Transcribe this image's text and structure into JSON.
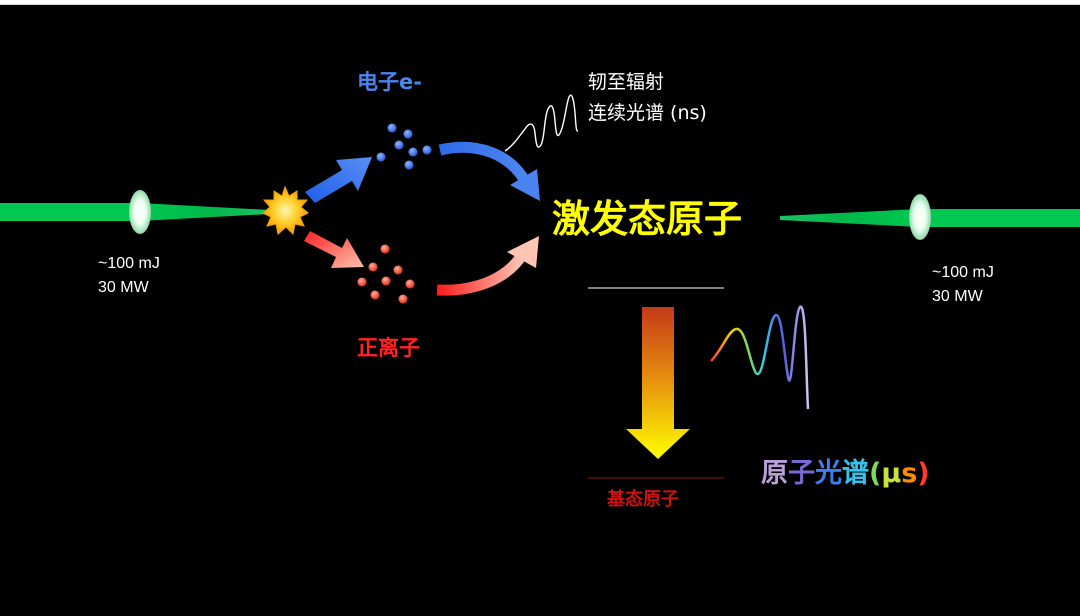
{
  "colors": {
    "background": "#000000",
    "laser": "#00c850",
    "electron": "#3f78e8",
    "ion": "#ff2a2a",
    "excited_text": "#ffff00",
    "ground_text": "#cc1111",
    "ground_line": "#8b1a1a",
    "level_line": "#ffffff"
  },
  "laser_in": {
    "energy": "~100 mJ",
    "power": "30 MW"
  },
  "laser_out": {
    "energy": "~100 mJ",
    "power": "30 MW"
  },
  "electron_label": "电子e-",
  "ion_label": "正离子",
  "bremsstrahlung": {
    "line1": "轫至辐射",
    "line2": "连续光谱 (ns)"
  },
  "excited_atom": "激发态原子",
  "ground_atom": "基态原子",
  "atomic_spectrum": {
    "chars": [
      {
        "text": "原",
        "color": "#b8a0d8"
      },
      {
        "text": "子",
        "color": "#7a68d6"
      },
      {
        "text": "光",
        "color": "#3d7ff0"
      },
      {
        "text": "谱",
        "color": "#36c2ea"
      },
      {
        "text": "(",
        "color": "#7ed957"
      },
      {
        "text": "μ",
        "color": "#c9e23a"
      },
      {
        "text": "s",
        "color": "#ff8c00"
      },
      {
        "text": ")",
        "color": "#ff3b30"
      }
    ]
  }
}
